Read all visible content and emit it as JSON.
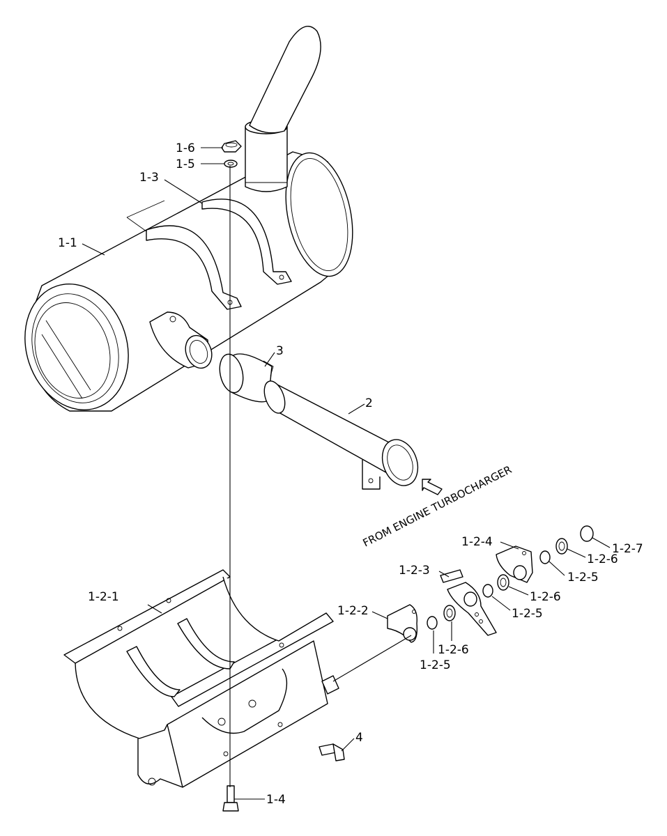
{
  "callouts": {
    "c1_6": "1-6",
    "c1_5": "1-5",
    "c1_3": "1-3",
    "c1_1": "1-1",
    "c3": "3",
    "c2": "2",
    "c1_2_7": "1-2-7",
    "c1_2_4": "1-2-4",
    "c1_2_6a": "1-2-6",
    "c1_2_5a": "1-2-5",
    "c1_2_3": "1-2-3",
    "c1_2_6b": "1-2-6",
    "c1_2_5b": "1-2-5",
    "c1_2_1": "1-2-1",
    "c1_2_2": "1-2-2",
    "c1_2_6c": "1-2-6",
    "c1_2_5c": "1-2-5",
    "c4": "4",
    "c1_4": "1-4"
  },
  "note": "FROM ENGINE TURBOCHARGER",
  "colors": {
    "line": "#000000",
    "background": "#ffffff"
  }
}
